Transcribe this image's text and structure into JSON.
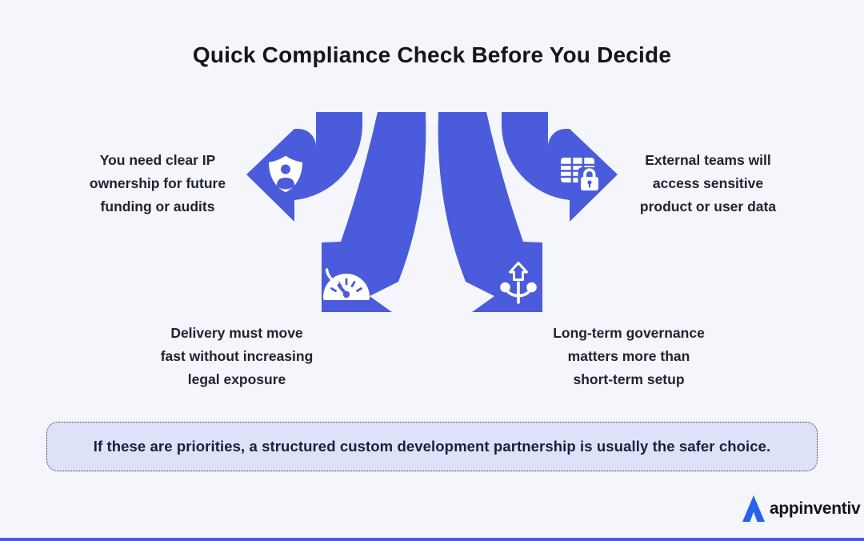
{
  "title": "Quick Compliance Check Before You Decide",
  "colors": {
    "background": "#f5f6fb",
    "arrow_blue": "#4a5cdb",
    "label_text": "#20242f",
    "callout_background": "#dee2f8",
    "callout_border": "#2e3556",
    "callout_text": "#191f3e",
    "logo_blue": "#2563eb",
    "bottom_bar": "#4a5cdb"
  },
  "quadrants": [
    {
      "position": "top-left",
      "icon": "shield-user-icon",
      "lines": [
        "You need clear IP",
        "ownership for future",
        "funding or audits"
      ]
    },
    {
      "position": "top-right",
      "icon": "data-table-lock-icon",
      "lines": [
        "External teams will",
        "access sensitive",
        "product or user data"
      ]
    },
    {
      "position": "bottom-left",
      "icon": "speedometer-icon",
      "lines": [
        "Delivery must move",
        "fast without increasing",
        "legal exposure"
      ]
    },
    {
      "position": "bottom-right",
      "icon": "growth-governance-icon",
      "lines": [
        "Long-term governance",
        "matters more than",
        "short-term setup"
      ]
    }
  ],
  "callout": {
    "text": "If these are priorities, a structured custom development partnership is usually the safer choice."
  },
  "logo": {
    "text": "appinventiv"
  }
}
